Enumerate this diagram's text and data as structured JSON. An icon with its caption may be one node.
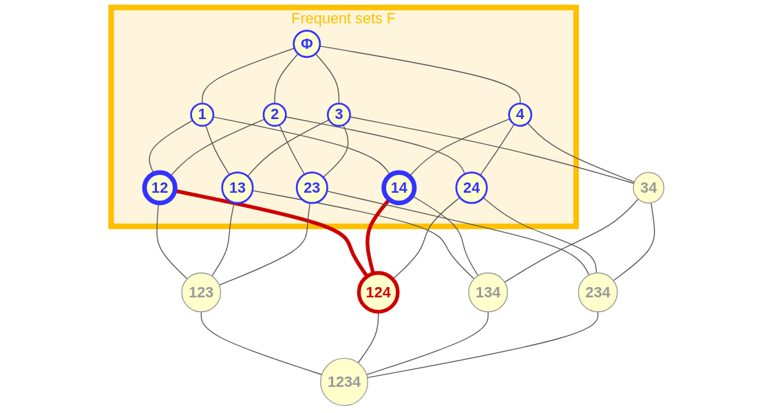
{
  "diagram": {
    "nodes": [
      {
        "text": [
          "Frequent sets F"
        ]
      },
      {
        "text": [
          "Φ"
        ],
        "in": 0
      },
      {
        "text": [
          "1"
        ],
        "in": 0
      },
      {
        "text": [
          "2"
        ],
        "in": 0
      },
      {
        "text": [
          "3"
        ],
        "in": 0
      },
      {
        "text": [
          "4"
        ],
        "in": 0
      },
      {
        "text": [
          "12"
        ],
        "in": 0
      },
      {
        "text": [
          "13"
        ],
        "in": 0
      },
      {
        "text": [
          "14"
        ],
        "in": 0
      },
      {
        "text": [
          "23"
        ],
        "in": 0
      },
      {
        "text": [
          "24"
        ],
        "in": 0
      },
      {
        "text": [
          "34"
        ]
      },
      {
        "text": [
          "123"
        ]
      },
      {
        "text": [
          "124"
        ]
      },
      {
        "text": [
          "134"
        ]
      },
      {
        "text": [
          "234"
        ]
      },
      {
        "text": [
          "1234"
        ]
      }
    ],
    "edges": [
      {
        "from": 1,
        "to": 2,
        "arrow": "none"
      },
      {
        "from": 1,
        "to": 3,
        "arrow": "none"
      },
      {
        "from": 1,
        "to": 4,
        "arrow": "none"
      },
      {
        "from": 1,
        "to": 5,
        "arrow": "none"
      },
      {
        "from": 2,
        "to": 6,
        "arrow": "none"
      },
      {
        "from": 2,
        "to": 7,
        "arrow": "none"
      },
      {
        "from": 2,
        "to": 8,
        "arrow": "none"
      },
      {
        "from": 3,
        "to": 6,
        "arrow": "none"
      },
      {
        "from": 3,
        "to": 9,
        "arrow": "none"
      },
      {
        "from": 3,
        "to": 10,
        "arrow": "none"
      },
      {
        "from": 4,
        "to": 7,
        "arrow": "none"
      },
      {
        "from": 4,
        "to": 9,
        "arrow": "none"
      },
      {
        "from": 4,
        "to": 11,
        "arrow": "none"
      },
      {
        "from": 5,
        "to": 8,
        "arrow": "none"
      },
      {
        "from": 5,
        "to": 10,
        "arrow": "none"
      },
      {
        "from": 5,
        "to": 11,
        "arrow": "none"
      },
      {
        "from": 6,
        "to": 12,
        "arrow": "none"
      },
      {
        "from": 6,
        "to": 13,
        "arrow": "none",
        "style": "thick",
        "color": "#cc0000"
      },
      {
        "from": 7,
        "to": 12,
        "arrow": "none"
      },
      {
        "from": 7,
        "to": 14,
        "arrow": "none"
      },
      {
        "from": 8,
        "to": 13,
        "arrow": "none",
        "style": "thick",
        "color": "#cc0000"
      },
      {
        "from": 8,
        "to": 14,
        "arrow": "none"
      },
      {
        "from": 9,
        "to": 12,
        "arrow": "none"
      },
      {
        "from": 9,
        "to": 15,
        "arrow": "none"
      },
      {
        "from": 10,
        "to": 13,
        "arrow": "none"
      },
      {
        "from": 10,
        "to": 15,
        "arrow": "none"
      },
      {
        "from": 11,
        "to": 14,
        "arrow": "none"
      },
      {
        "from": 11,
        "to": 15,
        "arrow": "none"
      },
      {
        "from": 12,
        "to": 16,
        "arrow": "none"
      },
      {
        "from": 13,
        "to": 16,
        "arrow": "none"
      },
      {
        "from": 14,
        "to": 16,
        "arrow": "none"
      },
      {
        "from": 15,
        "to": 16,
        "arrow": "none"
      }
    ]
  }
}
